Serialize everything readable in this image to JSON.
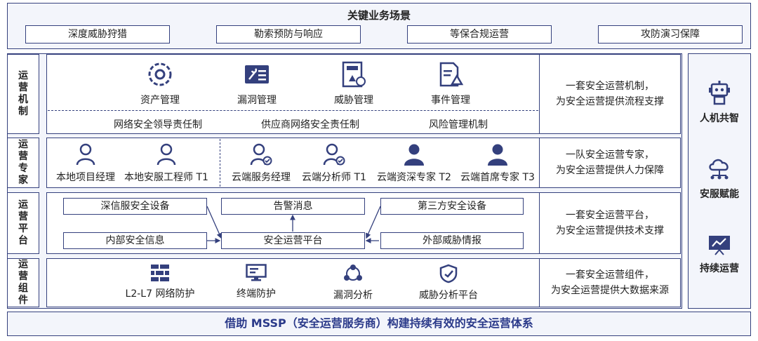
{
  "scenarios": {
    "title": "关键业务场景",
    "items": [
      "深度威胁狩猎",
      "勒索预防与响应",
      "等保合规运营",
      "攻防演习保障"
    ]
  },
  "rows": {
    "mechanism": {
      "label": "运营机制",
      "items": [
        "资产管理",
        "漏洞管理",
        "威胁管理",
        "事件管理"
      ],
      "sub_items": [
        "网络安全领导责任制",
        "供应商网络安全责任制",
        "风险管理机制"
      ],
      "desc": [
        "一套安全运营机制，",
        "为安全运营提供流程支撑"
      ]
    },
    "experts": {
      "label": "运营专家",
      "items": [
        "本地项目经理",
        "本地安服工程师 T1",
        "云端服务经理",
        "云端分析师 T1",
        "云端资深专家 T2",
        "云端首席专家 T3"
      ],
      "desc": [
        "一队安全运营专家，",
        "为安全运营提供人力保障"
      ]
    },
    "platform": {
      "label": "运营平台",
      "boxes": {
        "devices": "深信服安全设备",
        "alerts": "告警消息",
        "third_party": "第三方安全设备",
        "internal": "内部安全信息",
        "core": "安全运营平台",
        "external": "外部威胁情报"
      },
      "desc": [
        "一套安全运营平台，",
        "为安全运营提供技术支撑"
      ]
    },
    "components": {
      "label": "运营组件",
      "items": [
        "L2-L7 网络防护",
        "终端防护",
        "漏洞分析",
        "威胁分析平台"
      ],
      "desc": [
        "一套安全运营组件，",
        "为安全运营提供大数据来源"
      ]
    }
  },
  "right_column": [
    "人机共智",
    "安服赋能",
    "持续运营"
  ],
  "footer": "借助 MSSP（安全运营服务商）构建持续有效的安全运营体系",
  "colors": {
    "primary": "#34407d",
    "panel": "#f3f5fb",
    "footer_text": "#2b3a8a"
  }
}
